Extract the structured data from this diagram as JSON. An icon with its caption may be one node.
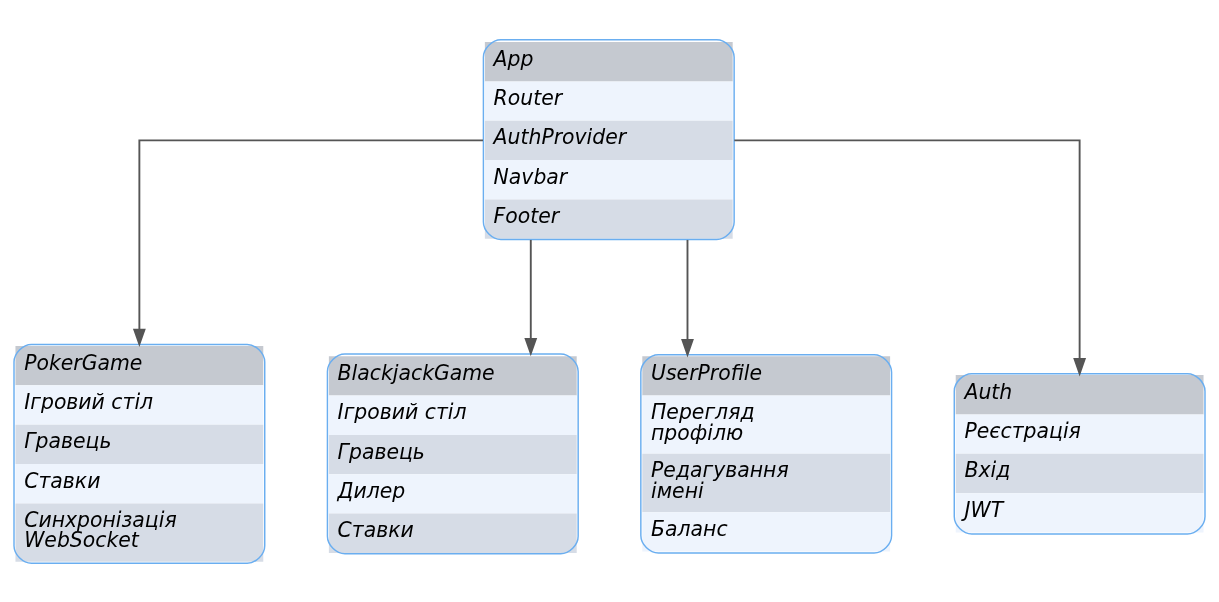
{
  "diagram": {
    "nodes": [
      {
        "text": [
          "App",
          "Router",
          "AuthProvider",
          "Navbar",
          "Footer"
        ]
      },
      {
        "text": [
          "PokerGame",
          "Ігровий стіл",
          "Гравець",
          "Ставки",
          "Синхронізація WebSocket"
        ]
      },
      {
        "text": [
          "BlackjackGame",
          "Ігровий стіл",
          "Гравець",
          "Дилер",
          "Ставки"
        ]
      },
      {
        "text": [
          "UserProfile",
          "Перегляд профілю",
          "Редагування імені",
          "Баланс"
        ]
      },
      {
        "text": [
          "Auth",
          "Реєстрація",
          "Вхід",
          "JWT"
        ]
      }
    ],
    "edges": [
      {
        "from": 0,
        "to": 1,
        "arrow": "to"
      },
      {
        "from": 0,
        "to": 2,
        "arrow": "to"
      },
      {
        "from": 0,
        "to": 3,
        "arrow": "to"
      },
      {
        "from": 0,
        "to": 4,
        "arrow": "to"
      }
    ]
  }
}
